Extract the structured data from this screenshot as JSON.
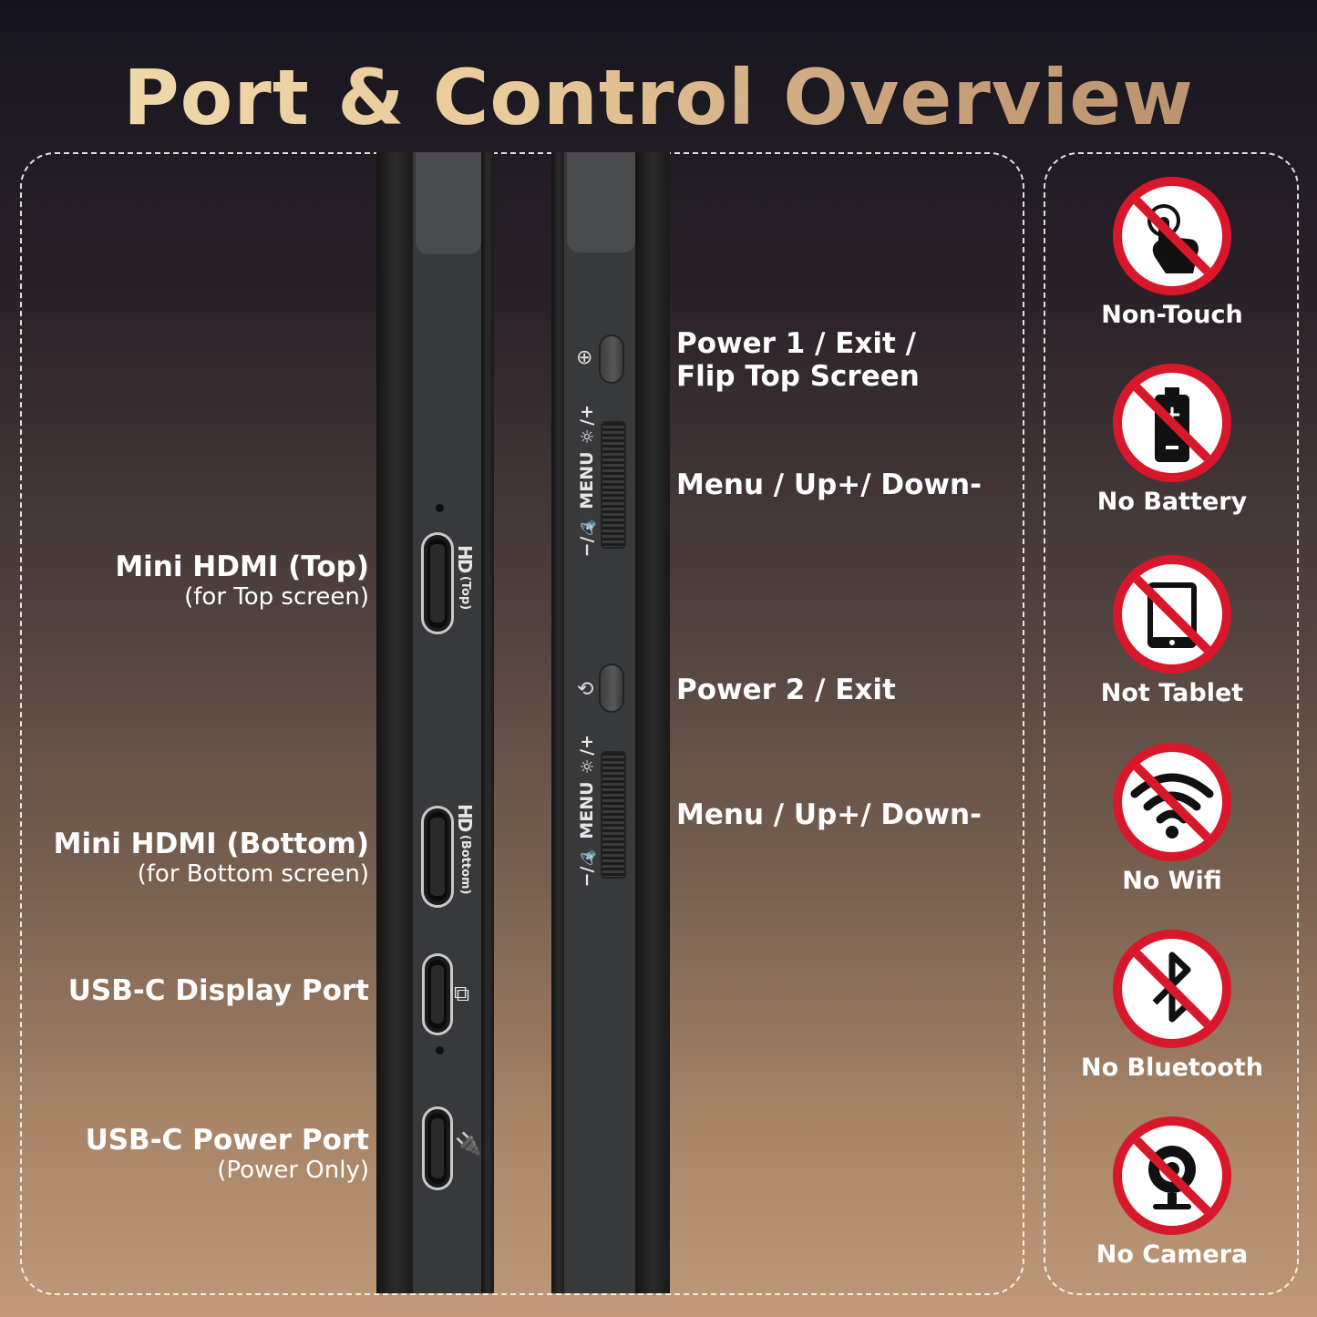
{
  "title": "Port & Control Overview",
  "ports": [
    {
      "label": "Mini HDMI (Top)",
      "sub": "(for Top screen)",
      "mark": "(Top)"
    },
    {
      "label": "Mini HDMI (Bottom)",
      "sub": "(for Bottom screen)",
      "mark": "(Bottom)"
    },
    {
      "label": "USB-C Display Port",
      "sub": ""
    },
    {
      "label": "USB-C Power Port",
      "sub": "(Power Only)"
    }
  ],
  "port_marks": {
    "hd": "HD"
  },
  "controls": [
    {
      "label": "Power 1 / Exit /",
      "label2": "Flip Top Screen"
    },
    {
      "label": "Menu / Up+/ Down-"
    },
    {
      "label": "Power 2 / Exit"
    },
    {
      "label": "Menu / Up+/ Down-"
    }
  ],
  "wheel_text": "−/🔈 MENU ☼/+",
  "features": [
    {
      "label": "Non-Touch",
      "icon": "no-touch-icon"
    },
    {
      "label": "No Battery",
      "icon": "no-battery-icon"
    },
    {
      "label": "Not Tablet",
      "icon": "no-tablet-icon"
    },
    {
      "label": "No Wifi",
      "icon": "no-wifi-icon"
    },
    {
      "label": "No Bluetooth",
      "icon": "no-bluetooth-icon"
    },
    {
      "label": "No Camera",
      "icon": "no-camera-icon"
    }
  ],
  "colors": {
    "prohibit_red": "#d9172b",
    "title_gold": "#e8c99a"
  }
}
